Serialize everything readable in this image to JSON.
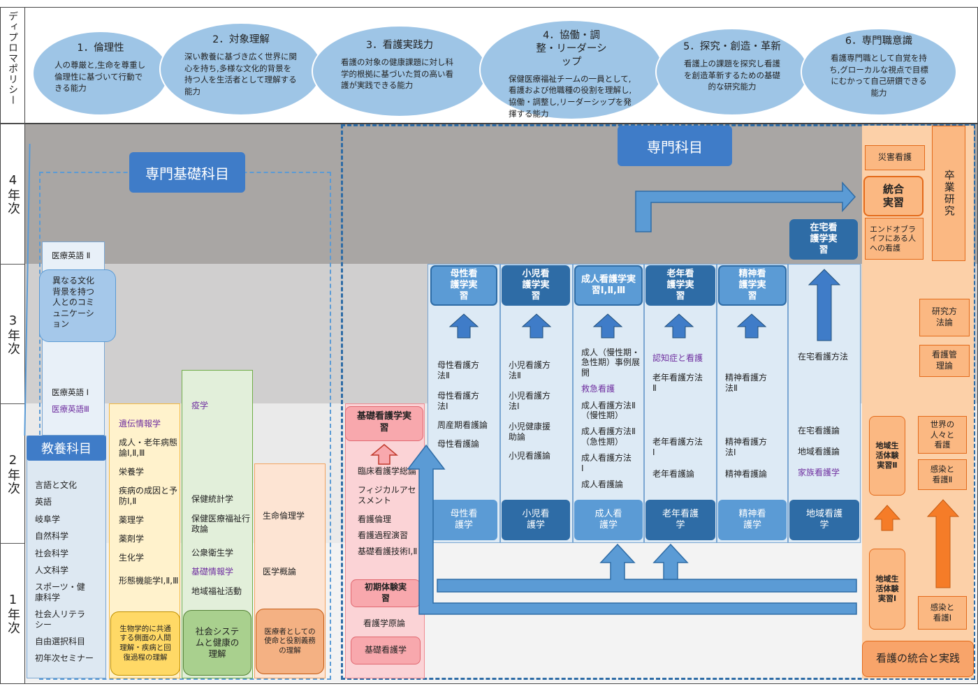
{
  "side_labels": {
    "policy": "ディプロマポリシー",
    "year4": "4年次",
    "year3": "3年次",
    "year2": "2年次",
    "year1": "1年次"
  },
  "policies": [
    {
      "title": "1．倫理性",
      "body": "人の尊厳と,生命を尊重し倫理性に基づいて行動できる能力"
    },
    {
      "title": "2．対象理解",
      "body": "深い教養に基づき広く世界に関心を持ち,多様な文化的背景を持つ人を生活者として理解する能力"
    },
    {
      "title": "3．看護実践力",
      "body": "看護の対象の健康課題に対し科学的根拠に基づいた質の高い看護が実践できる能力"
    },
    {
      "title": "4．協働・調整・リーダーシップ",
      "body": "保健医療福祉チームの一員として,看護および他職種の役割を理解し,協働・調整し,リーダーシップを発揮する能力"
    },
    {
      "title": "5．探究・創造・革新",
      "body": "看護上の課題を探究し看護を創造革新するための基礎的な研究能力"
    },
    {
      "title": "6．専門職意識",
      "body": "看護専門職として自覚を持ち,グローカルな視点で目標にむかって自己研鑽できる能力"
    }
  ],
  "headers": {
    "senmon_kiso": "専門基礎科目",
    "senmon": "専門科目",
    "kyoyo": "教養科目"
  },
  "english": {
    "e2": "医療英語 Ⅱ",
    "culture": "異なる文化背景を持つ人とのコミュニケーション",
    "e1": "医療英語 Ⅰ",
    "e3": "医療英語Ⅲ"
  },
  "kyoyo_items": [
    "言語と文化",
    "英語",
    "岐阜学",
    "自然科学",
    "社会科学",
    "人文科学",
    "スポーツ・健康科学",
    "社会人リテラシー",
    "自由選択科目",
    "初年次セミナー"
  ],
  "yellow": {
    "items": [
      "遺伝情報学",
      "成人・老年病態論Ⅰ,Ⅱ,Ⅲ",
      "栄養学",
      "疾病の成因と予防Ⅰ,Ⅱ",
      "薬理学",
      "薬剤学",
      "生化学",
      "形態機能学Ⅰ,Ⅱ,Ⅲ"
    ],
    "footer": "生物学的に共通する側面の人間理解・疾病と回復過程の理解"
  },
  "green": {
    "items": [
      "疫学",
      "保健統計学",
      "保健医療福祉行政論",
      "公衆衛生学",
      "基礎情報学",
      "地域福祉活動"
    ],
    "footer": "社会システムと健康の理解"
  },
  "peach": {
    "items": [
      "生命倫理学",
      "医学概論"
    ],
    "footer": "医療者としての使命と役割義務の理解"
  },
  "kiso": {
    "header": "基礎看護学実習",
    "items": [
      "臨床看護学総論",
      "フィジカルアセスメント",
      "看護倫理",
      "看護過程演習",
      "基礎看護技術Ⅰ,Ⅱ"
    ],
    "initial": "初期体験実習",
    "genron": "看護学原論",
    "footer": "基礎看護学"
  },
  "columns": [
    {
      "top": "母性看護学実習",
      "items": [
        "母性看護方法Ⅱ",
        "母性看護方法Ⅰ",
        "周産期看護論",
        "母性看護論"
      ],
      "bottom": "母性看護学"
    },
    {
      "top": "小児看護学実習",
      "items": [
        "小児看護方法Ⅱ",
        "小児看護方法Ⅰ",
        "小児健康援助論",
        "小児看護論"
      ],
      "bottom": "小児看護学"
    },
    {
      "top": "成人看護学実習Ⅰ,Ⅱ,Ⅲ",
      "items": [
        "成人（慢性期・急性期）事例展開",
        "救急看護",
        "成人看護方法Ⅱ（慢性期）",
        "成人看護方法Ⅱ（急性期）",
        "成人看護方法Ⅰ",
        "成人看護論"
      ],
      "bottom": "成人看護学"
    },
    {
      "top": "老年看護学実習",
      "items": [
        "認知症と看護",
        "老年看護方法Ⅱ",
        "老年看護方法Ⅰ",
        "老年看護論"
      ],
      "bottom": "老年看護学"
    },
    {
      "top": "精神看護学実習",
      "items": [
        "精神看護方法Ⅱ",
        "精神看護方法Ⅰ",
        "精神看護論"
      ],
      "bottom": "精神看護学"
    },
    {
      "top": "在宅看護学実習",
      "items": [
        "在宅看護方法",
        "在宅看護論",
        "地域看護論",
        "家族看護学"
      ],
      "bottom": "地域看護学"
    }
  ],
  "orange": {
    "saigai": "災害看護",
    "tougou": "統合実習",
    "endof": "エンドオブライフにある人への看護",
    "sotsugyo": "卒業研究",
    "kenkyu": "研究方法論",
    "kanri": "看護管理論",
    "chiiki2": "地域生活体験実習Ⅱ",
    "sekai": "世界の人々と看護",
    "kansen2": "感染と看護Ⅱ",
    "chiiki1": "地域生活体験実習Ⅰ",
    "kansen1": "感染と看護Ⅰ",
    "footer": "看護の統合と実践"
  },
  "colors": {
    "blue_ellipse": "#9ec5e6",
    "blue_header": "#3f7cc8",
    "col_blue": "#5b9bd5",
    "dark_blue": "#2e6ca6",
    "orange": "#e36a1a",
    "orange_bg": "#fcd0a8",
    "pink": "#f8a8ad",
    "yellow": "#fff2cc",
    "green": "#e2efda",
    "peach": "#fde4d3",
    "gray4": "#a9a6a4",
    "gray3": "#d0cfcf",
    "gray2": "#eaeaea",
    "gray1": "#f3f3f3"
  }
}
